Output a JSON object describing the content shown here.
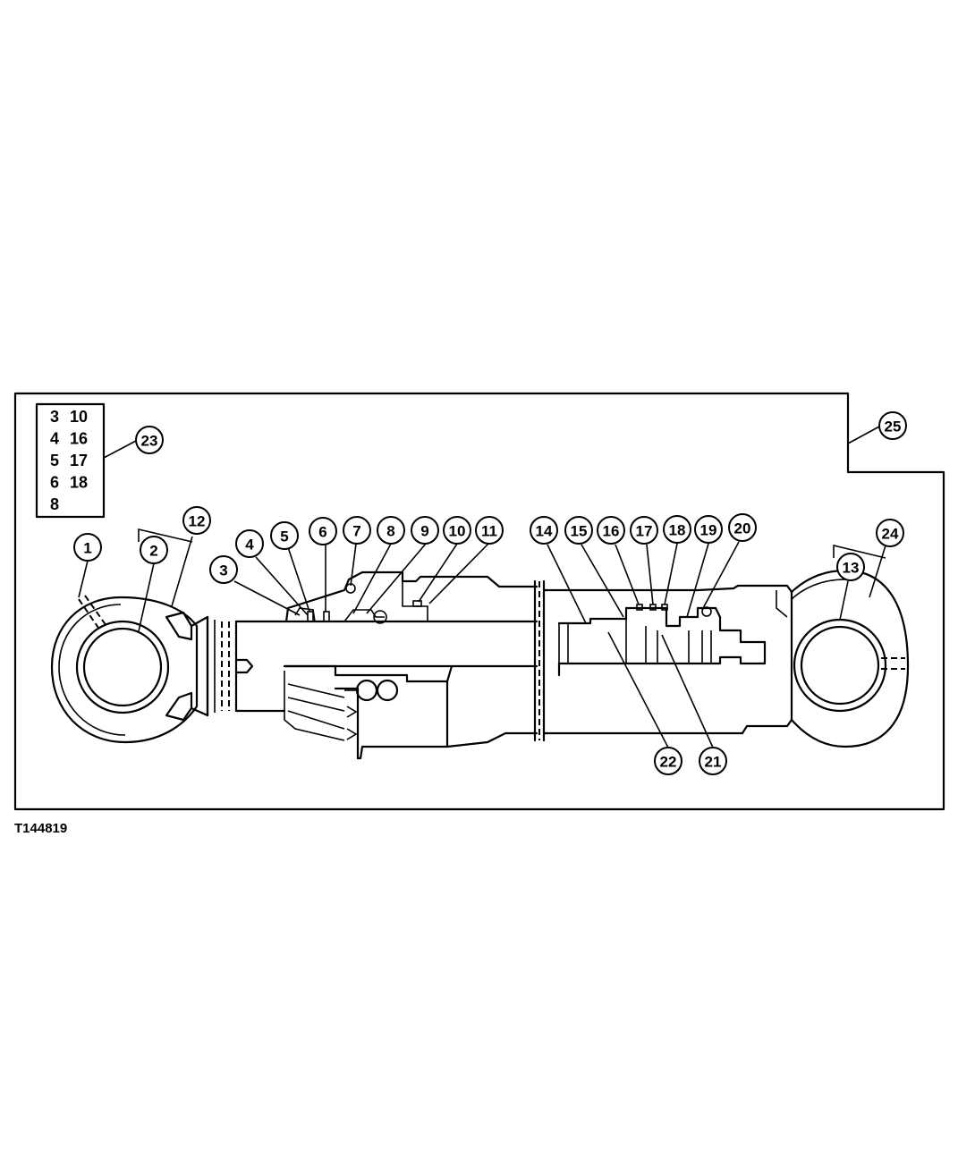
{
  "figure_id": "T144819",
  "reference_table": {
    "rows": [
      [
        "3",
        "10"
      ],
      [
        "4",
        "16"
      ],
      [
        "5",
        "17"
      ],
      [
        "6",
        "18"
      ],
      [
        "8",
        ""
      ]
    ],
    "callout": "23"
  },
  "callouts": [
    "1",
    "2",
    "3",
    "4",
    "5",
    "6",
    "7",
    "8",
    "9",
    "10",
    "11",
    "12",
    "13",
    "14",
    "15",
    "16",
    "17",
    "18",
    "19",
    "20",
    "21",
    "22",
    "23",
    "24",
    "25"
  ]
}
